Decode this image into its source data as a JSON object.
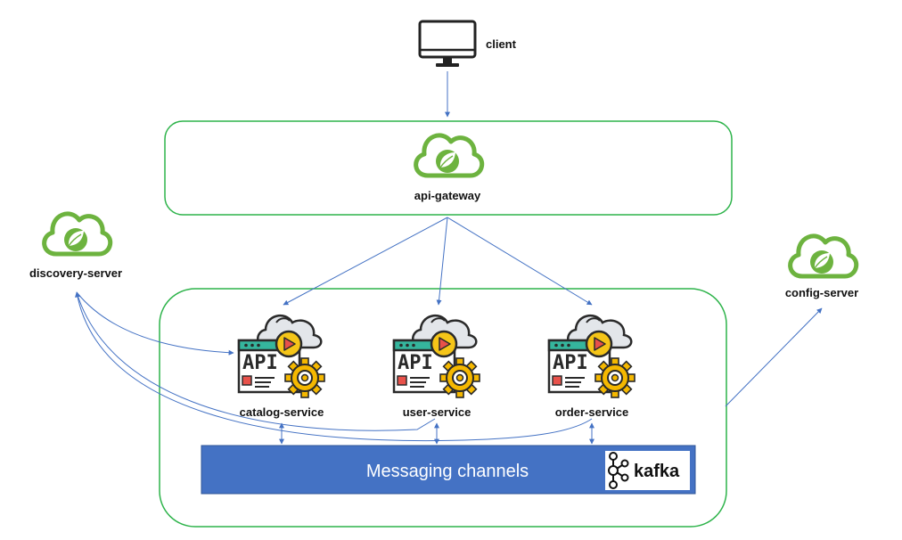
{
  "client": {
    "label": "client",
    "icon": "monitor-icon"
  },
  "gateway": {
    "label": "api-gateway",
    "icon": "spring-cloud-icon"
  },
  "discovery": {
    "label": "discovery-server",
    "icon": "spring-cloud-icon"
  },
  "config": {
    "label": "config-server",
    "icon": "spring-cloud-icon"
  },
  "services": [
    {
      "label": "catalog-service",
      "icon": "api-cloud-gear-icon"
    },
    {
      "label": "user-service",
      "icon": "api-cloud-gear-icon"
    },
    {
      "label": "order-service",
      "icon": "api-cloud-gear-icon"
    }
  ],
  "channel": {
    "label": "Messaging channels",
    "logo_text": "kafka"
  },
  "colors": {
    "container_border": "#2db34a",
    "spring_green": "#6db33f",
    "arrow_blue": "#4472c4",
    "channel_fill": "#4472c4",
    "gear": "#f5b800",
    "play": "#f5c518"
  }
}
